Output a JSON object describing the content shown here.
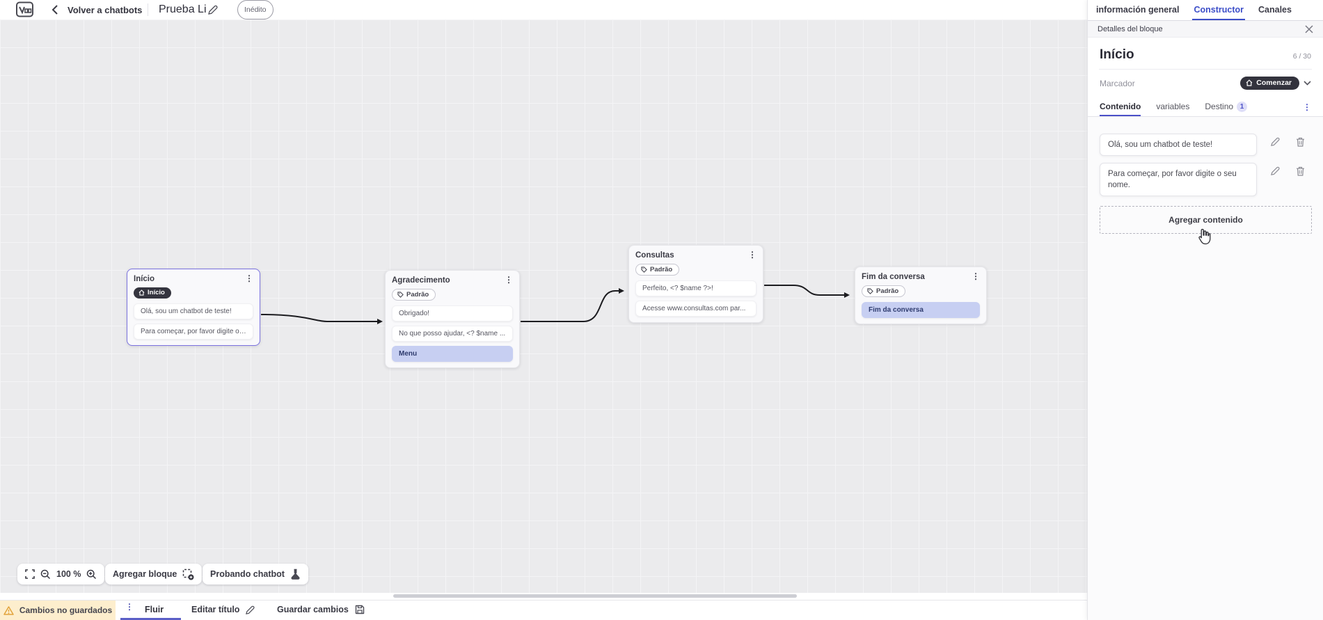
{
  "header": {
    "back_label": "Volver a chatbots",
    "title": "Prueba Li",
    "status_badge": "Inédito",
    "tabs": {
      "info": "información general",
      "constructor": "Constructor",
      "channels": "Canales"
    }
  },
  "canvas": {
    "toolbar": {
      "zoom_level": "100 %",
      "add_block_label": "Agregar bloque",
      "test_chatbot_label": "Probando chatbot"
    },
    "nodes": [
      {
        "title": "Início",
        "badge": "Início",
        "cards": [
          "Olá, sou um chatbot de teste!",
          "Para começar, por favor digite o ..."
        ]
      },
      {
        "title": "Agradecimento",
        "badge": "Padrão",
        "cards": [
          "Obrigado!",
          "No que posso ajudar, <? $name ...",
          "Menu"
        ]
      },
      {
        "title": "Consultas",
        "badge": "Padrão",
        "cards": [
          "Perfeito, <? $name ?>!",
          "Acesse www.consultas.com par..."
        ]
      },
      {
        "title": "Fim da conversa",
        "badge": "Padrão",
        "cards": [
          "Fim da conversa"
        ]
      }
    ]
  },
  "panel": {
    "header_title": "Detalles del bloque",
    "block_title": "Início",
    "counter": "6 / 30",
    "marker_label": "Marcador",
    "marker_value": "Comenzar",
    "tabs": {
      "content": "Contenido",
      "variables": "variables",
      "destination": "Destino",
      "destination_badge": "1"
    },
    "contents": [
      "Olá, sou um chatbot de teste!",
      "Para começar, por favor digite o seu nome."
    ],
    "add_content_label": "Agregar contenido"
  },
  "statusbar": {
    "unsaved_label": "Cambios no guardados",
    "flow_tab": "Fluir",
    "edit_title_label": "Editar título",
    "save_label": "Guardar cambios"
  },
  "colors": {
    "accent_blue": "#3b4dc8",
    "indigo_underline": "#5b5fc7",
    "dark_pill": "#33333d",
    "menu_card_bg": "#c7cff2",
    "menu_card_text": "#2e3b6e",
    "warning_bg": "#fdeecd",
    "warning_icon": "#e2a43c",
    "canvas_bg": "#ebebed",
    "selected_node_border": "#7b72e0"
  }
}
